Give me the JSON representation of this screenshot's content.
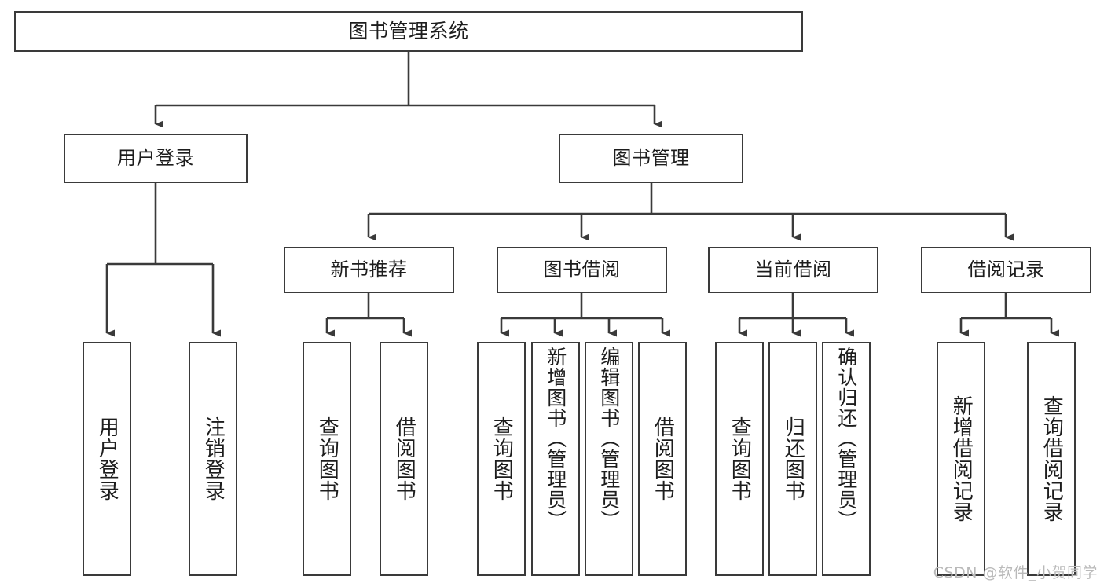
{
  "diagram": {
    "title": "图书管理系统",
    "type": "tree-hierarchy",
    "watermark": "CSDN @软件_小贺同学",
    "colors": {
      "stroke": "#3a3a3a",
      "fill": "#ffffff",
      "text": "#1d1d1d",
      "watermark": "#b9b9b9"
    },
    "root": {
      "label": "图书管理系统"
    },
    "level1": [
      {
        "label": "用户登录"
      },
      {
        "label": "图书管理"
      }
    ],
    "level2": [
      {
        "label": "新书推荐"
      },
      {
        "label": "图书借阅"
      },
      {
        "label": "当前借阅"
      },
      {
        "label": "借阅记录"
      }
    ],
    "leaves": {
      "user_login": [
        {
          "label": "用户登录"
        },
        {
          "label": "注销登录"
        }
      ],
      "new_book_recommendation": [
        {
          "label": "查询图书"
        },
        {
          "label": "借阅图书"
        }
      ],
      "book_borrow": [
        {
          "label": "查询图书"
        },
        {
          "label": "新增图书（管理员）"
        },
        {
          "label": "编辑图书（管理员）"
        },
        {
          "label": "借阅图书"
        }
      ],
      "current_borrow": [
        {
          "label": "查询图书"
        },
        {
          "label": "归还图书"
        },
        {
          "label": "确认归还（管理员）"
        }
      ],
      "borrow_records": [
        {
          "label": "新增借阅记录"
        },
        {
          "label": "查询借阅记录"
        }
      ]
    }
  }
}
